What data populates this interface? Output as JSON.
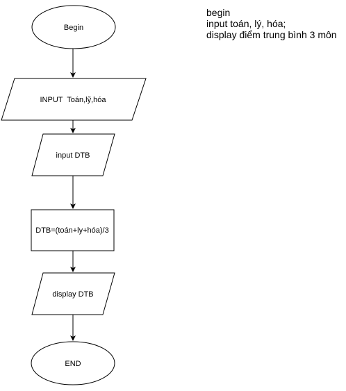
{
  "flowchart": {
    "nodes": {
      "begin": "Begin",
      "input_scores": "INPUT  Toán,lỹ,hóa",
      "input_dtb": "input DTB",
      "compute": "DTB=(toán+ly+hóa)/3",
      "display": "display DTB",
      "end": "END"
    }
  },
  "pseudocode": {
    "lines": [
      "begin",
      "input toán, lý, hóa;",
      "display điểm trung bình 3 môn"
    ]
  },
  "colors": {
    "stroke": "#000000",
    "fill": "#ffffff",
    "text": "#000000"
  }
}
